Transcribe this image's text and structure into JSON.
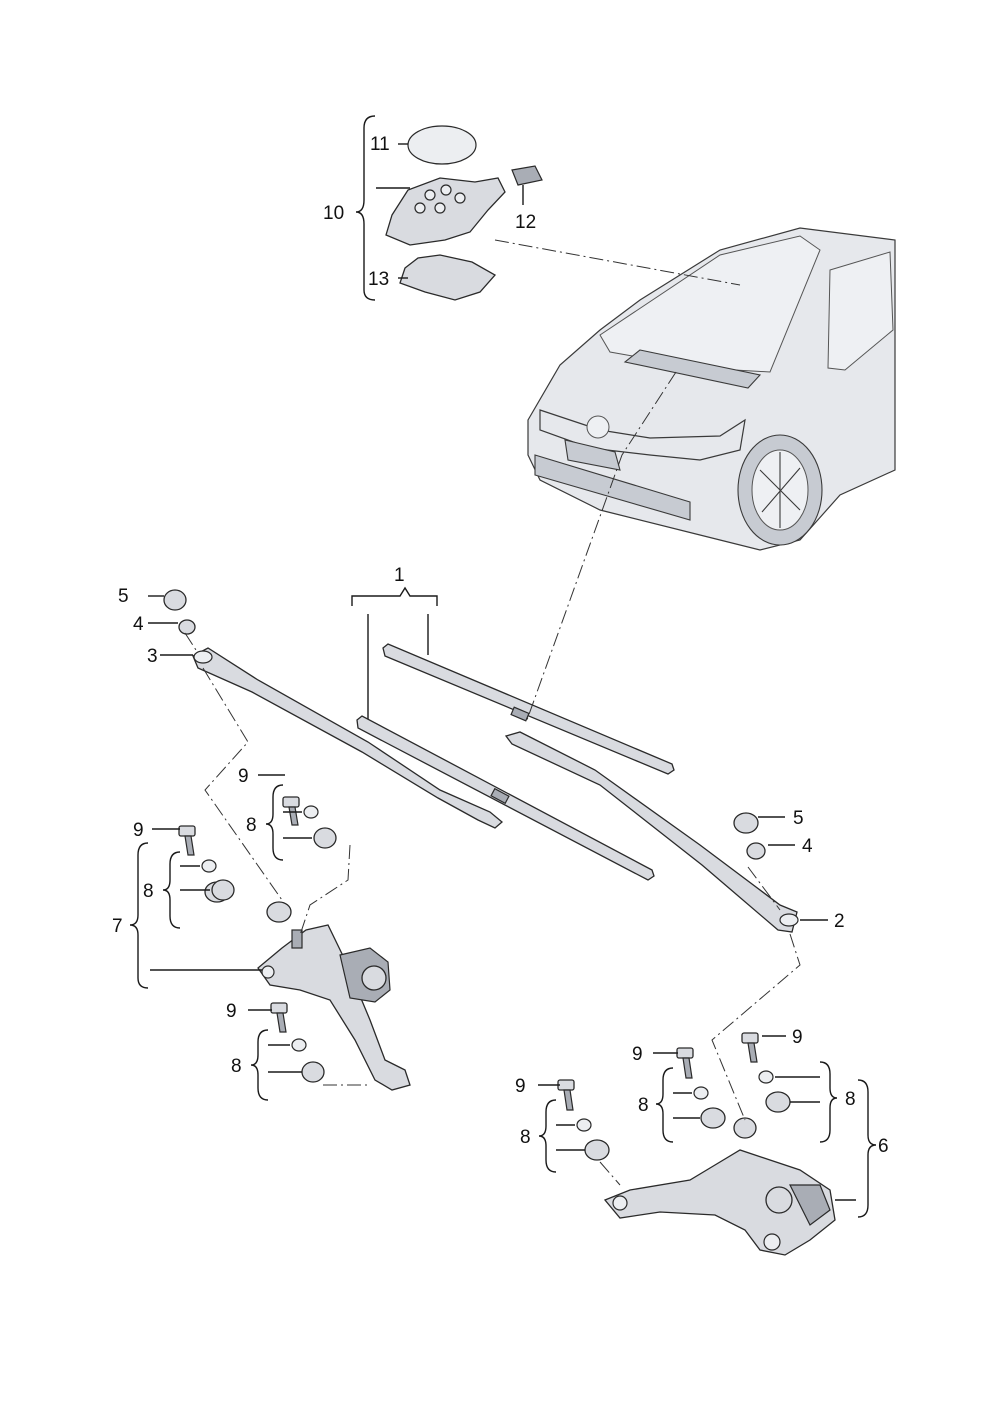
{
  "colors": {
    "line": "#1a1a1a",
    "part": "#d9dbe0",
    "background": "#ffffff"
  },
  "callouts": {
    "c1": "1",
    "c2": "2",
    "c3": "3",
    "c4a": "4",
    "c4b": "4",
    "c5a": "5",
    "c5b": "5",
    "c6": "6",
    "c7": "7",
    "c8a": "8",
    "c8b": "8",
    "c8c": "8",
    "c8d": "8",
    "c8e": "8",
    "c8f": "8",
    "c9a": "9",
    "c9b": "9",
    "c9c": "9",
    "c9d": "9",
    "c9e": "9",
    "c9f": "9",
    "c10": "10",
    "c11": "11",
    "c12": "12",
    "c13": "13"
  }
}
